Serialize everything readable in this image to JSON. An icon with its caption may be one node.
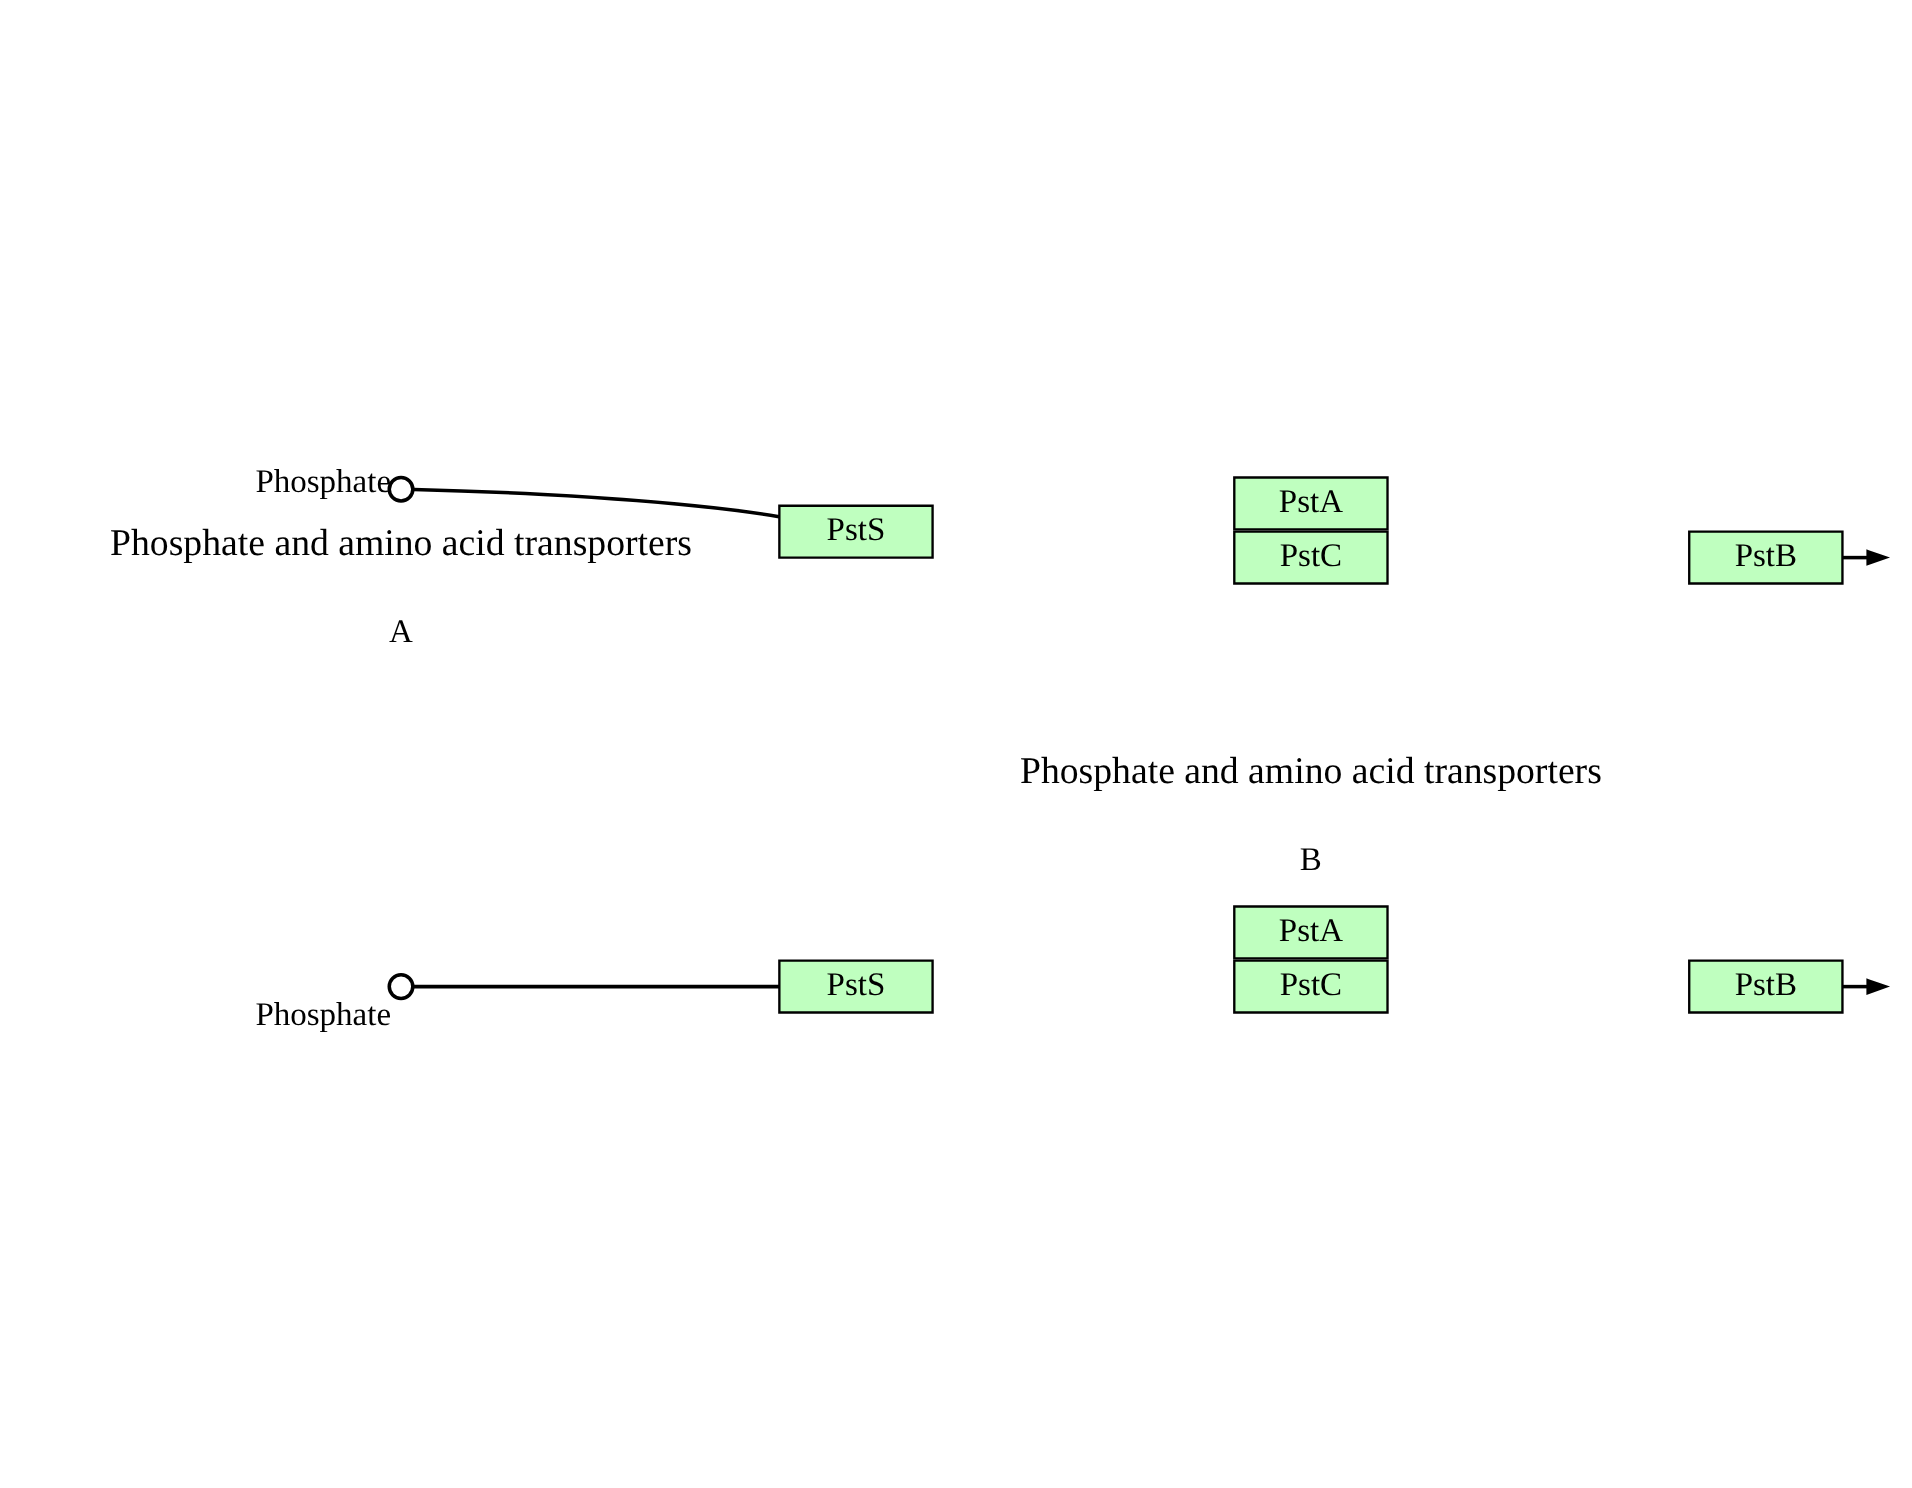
{
  "diagram": {
    "nodes": [
      {
        "text": [],
        "shape": "circle",
        "beside": [
          "Phosphate"
        ]
      },
      {
        "text": [
          "PstS"
        ]
      },
      {
        "text": [
          "PstC"
        ]
      },
      {
        "text": [
          "PstA"
        ]
      },
      {
        "text": [
          "PstB"
        ]
      },
      {
        "text": [],
        "shape": "circle",
        "beside": [
          "Phosphate"
        ]
      },
      {
        "text": [
          "PstS"
        ]
      },
      {
        "text": [
          "PstC"
        ]
      },
      {
        "text": [
          "PstA"
        ]
      },
      {
        "text": [
          "PstB"
        ]
      }
    ],
    "edges": [
      {
        "from": 0,
        "to": 1,
        "arrow": "none"
      },
      {
        "from": 4,
        "to": null,
        "arrow": "to"
      },
      {
        "from": 5,
        "to": 6,
        "arrow": "none"
      },
      {
        "from": 9,
        "to": null,
        "arrow": "to"
      }
    ],
    "labels": [
      "A",
      "Phosphate and amino acid transporters",
      "B",
      "Phosphate and amino acid transporters"
    ]
  }
}
